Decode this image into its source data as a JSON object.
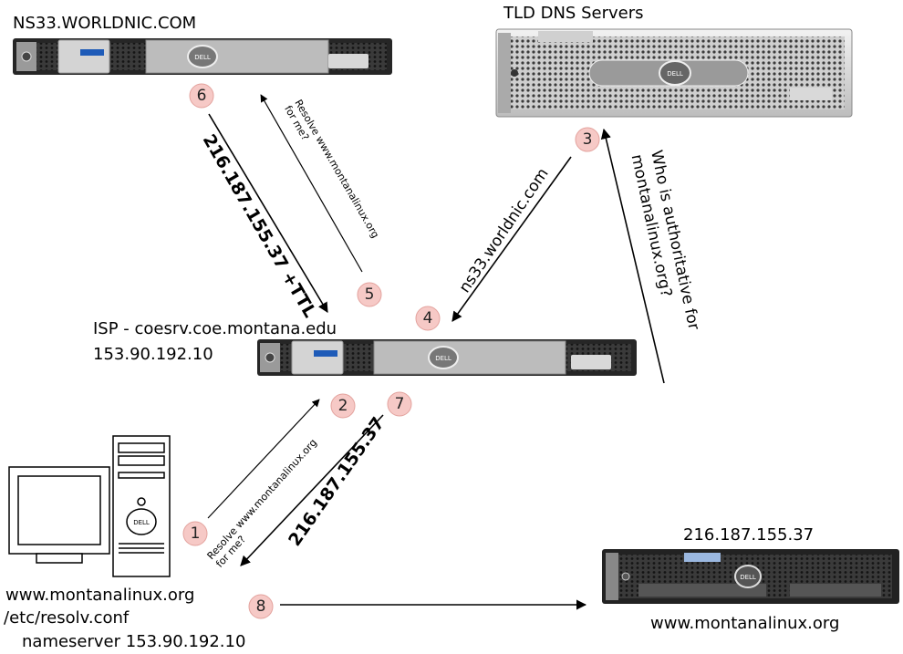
{
  "nodes": {
    "ns33": {
      "name": "NS33.WORLDNIC.COM"
    },
    "tld": {
      "name": "TLD DNS Servers"
    },
    "isp": {
      "name": "ISP - coesrv.coe.montana.edu",
      "ip": "153.90.192.10"
    },
    "client": {
      "host": "www.montanalinux.org",
      "config_file": "/etc/resolv.conf",
      "nameserver": "nameserver 153.90.192.10"
    },
    "web": {
      "ip": "216.187.155.37",
      "host": "www.montanalinux.org"
    }
  },
  "steps": [
    {
      "number": "1",
      "label": "Resolve www.montanalinux.org",
      "label2": "for me?"
    },
    {
      "number": "2"
    },
    {
      "number": "3",
      "label": "Who is authoritative for",
      "label2": "montanalinux.org?"
    },
    {
      "number": "4",
      "label": "ns33.worldnic.com"
    },
    {
      "number": "5",
      "label": "Resolve www.montanalinux.org",
      "label2": "for me?"
    },
    {
      "number": "6",
      "label": "216.187.155.37 +TTL"
    },
    {
      "number": "7",
      "label": "216.187.155.37"
    },
    {
      "number": "8"
    }
  ],
  "colors": {
    "step_fill": "#f6c9c6",
    "server_body": "#2b2b2b",
    "chassis_light": "#e6e6e6"
  },
  "icons": {
    "server": "rack-server-icon",
    "pc": "desktop-computer-icon",
    "bezel": "dell-logo"
  }
}
